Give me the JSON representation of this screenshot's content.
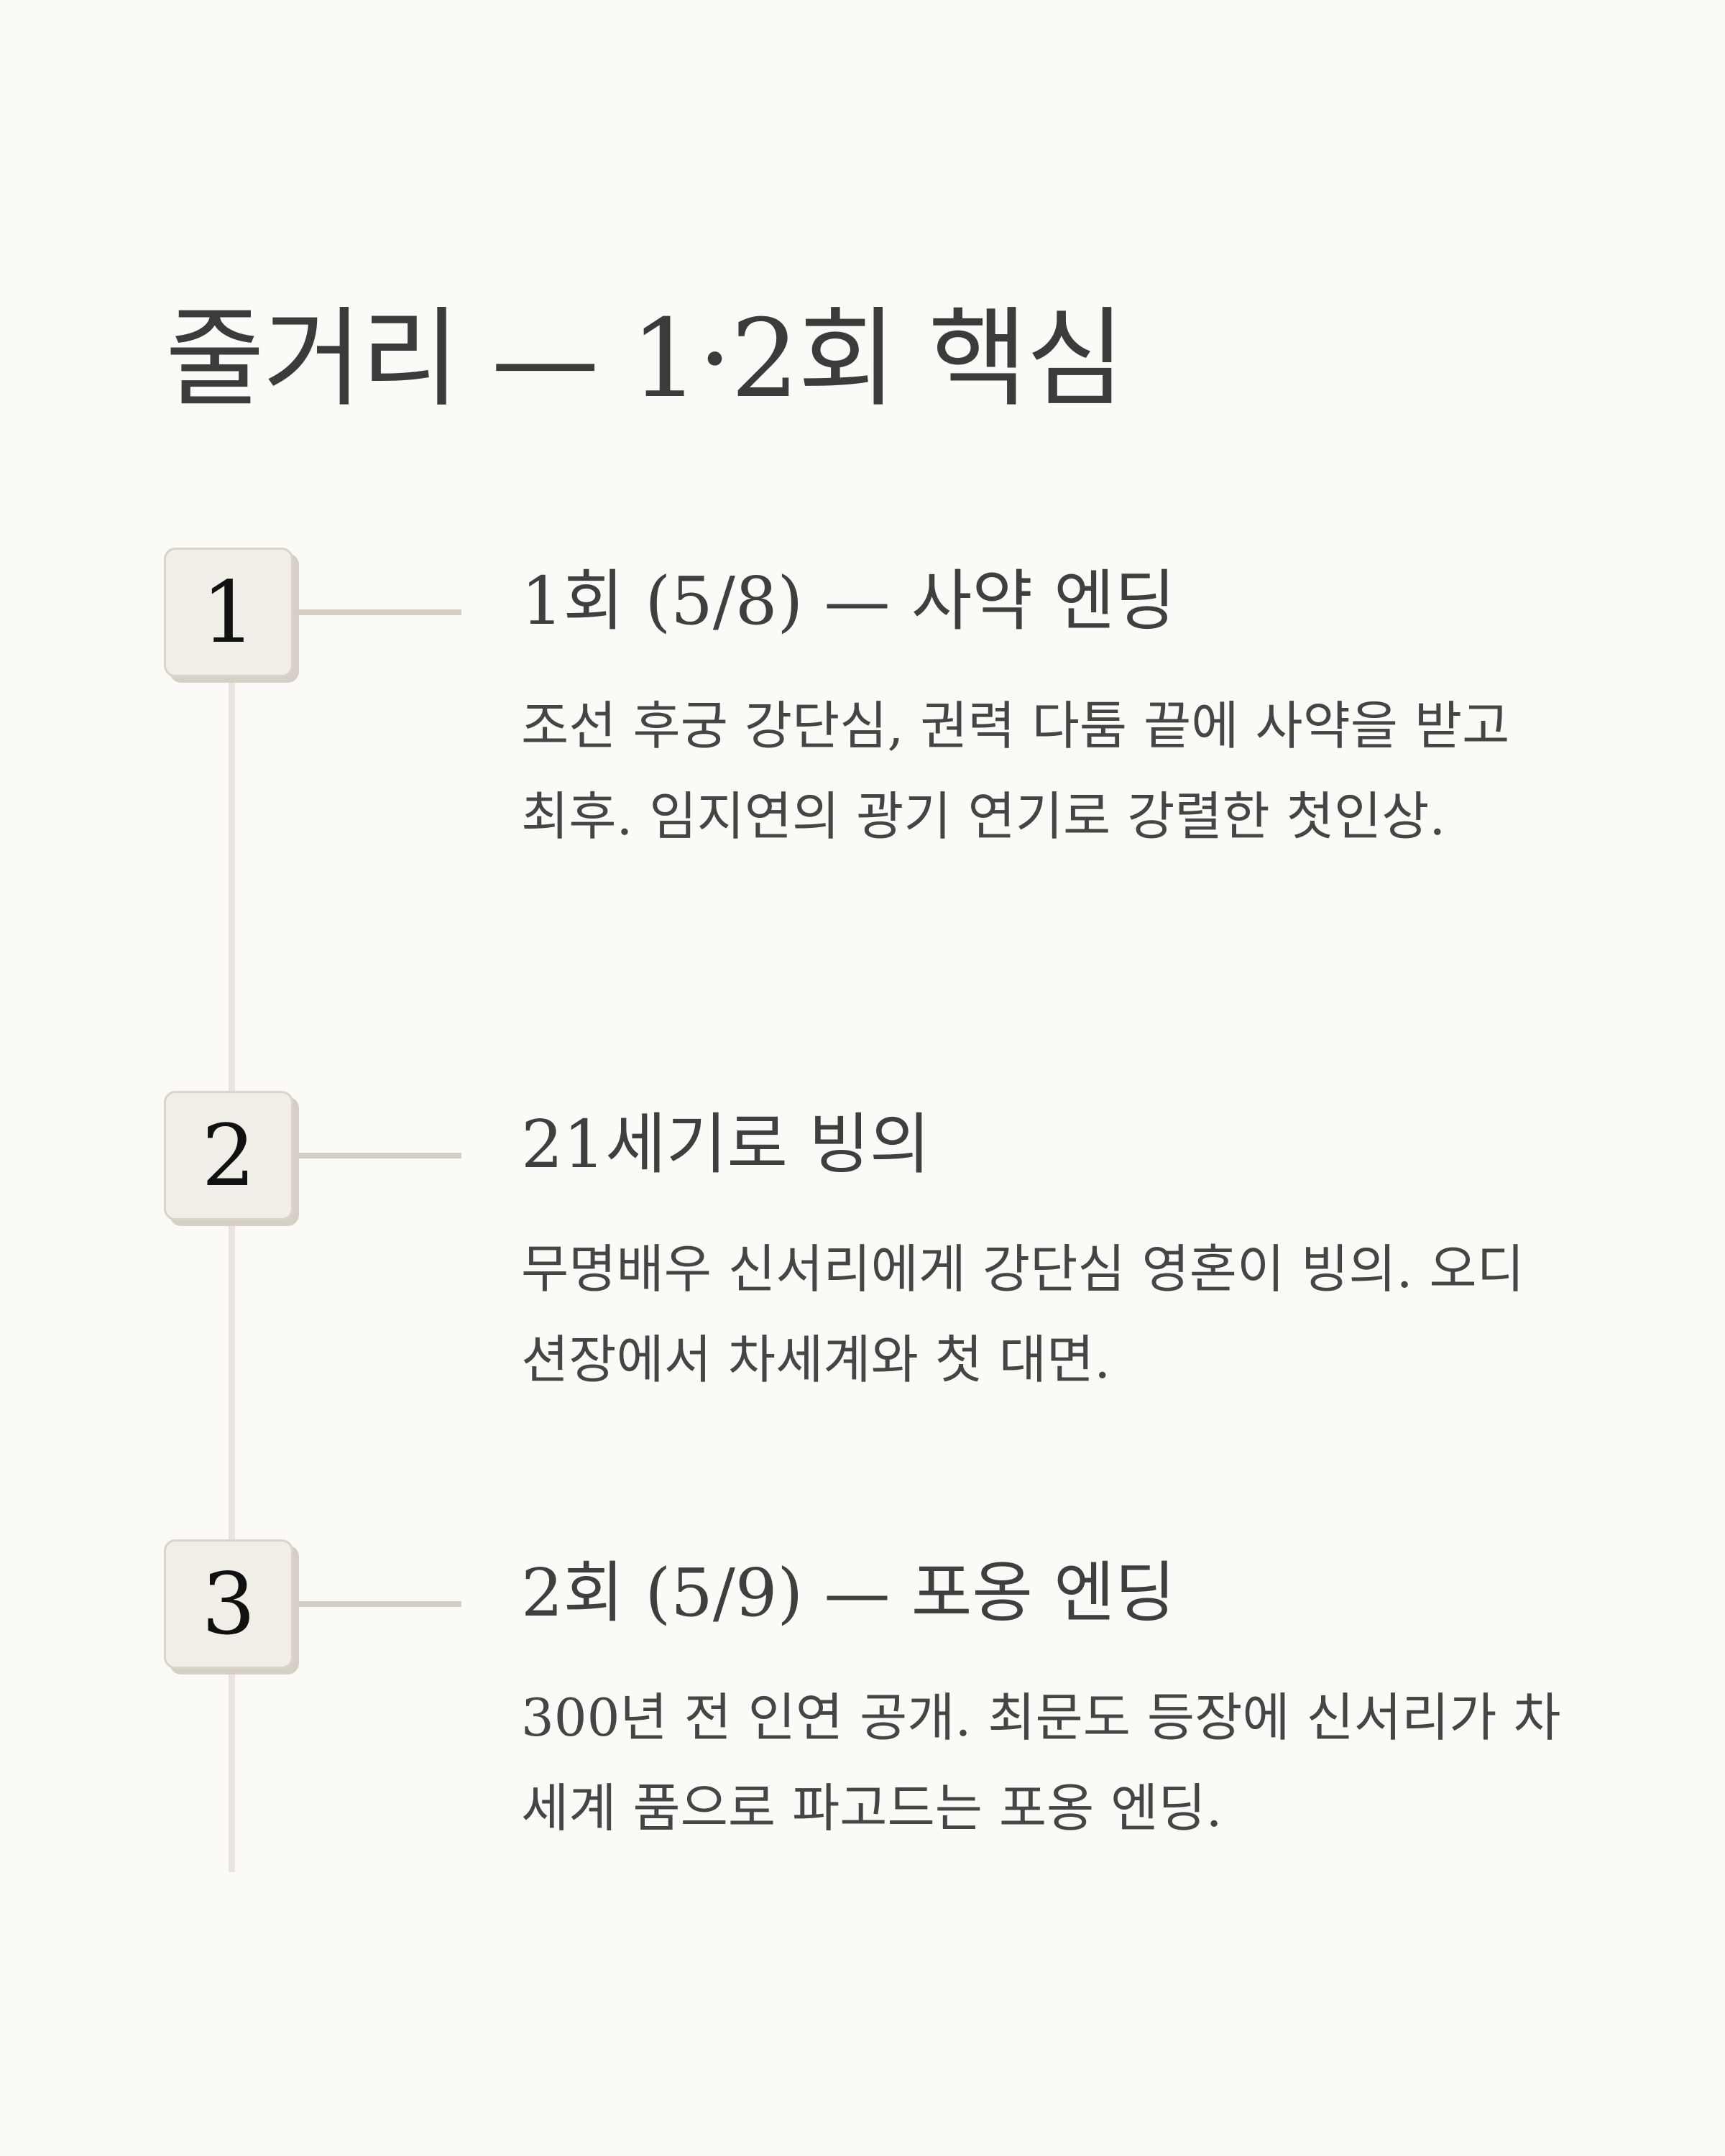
{
  "title": "줄거리 — 1·2회 핵심",
  "steps": [
    {
      "number": "1",
      "title": "1회 (5/8) — 사약 엔딩",
      "description": "조선 후궁 강단심, 권력 다툼 끝에 사약을 받고 최후. 임지연의 광기 연기로 강렬한 첫인상."
    },
    {
      "number": "2",
      "title": "21세기로 빙의",
      "description": "무명배우 신서리에게 강단심 영혼이 빙의. 오디션장에서 차세계와 첫 대면."
    },
    {
      "number": "3",
      "title": "2회 (5/9) — 포옹 엔딩",
      "description": "300년 전 인연 공개. 최문도 등장에 신서리가 차세계 품으로 파고드는 포옹 엔딩."
    }
  ]
}
